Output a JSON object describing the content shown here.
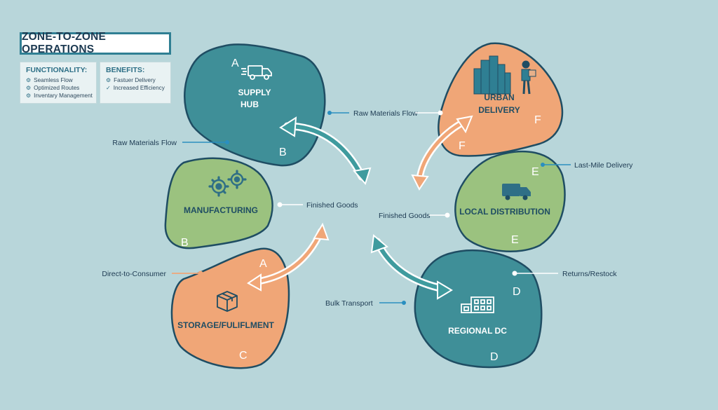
{
  "title": "ZONE-TO-ZONE OPERATIONS",
  "functionality": {
    "header": "FUNCTIONALITY:",
    "items": [
      "Seamless Flow",
      "Optimized Routes",
      "Inventary Management"
    ]
  },
  "benefits": {
    "header": "BENEFITS:",
    "items": [
      "Fastuer Delivery",
      "Increased Efficiency"
    ]
  },
  "zones": {
    "supply_hub": {
      "name_line1": "SUPPLY",
      "name_line2": "HUB",
      "letter_top": "A",
      "letter_bottom": "B",
      "color": "#3f8f98",
      "icon": "truck-icon"
    },
    "manufacturing": {
      "name": "MANUFACTURING",
      "letter": "B",
      "color": "#9bc27f",
      "icon": "gears-icon"
    },
    "storage": {
      "name": "STORAGE/FULIFLMENT",
      "letter_top": "A",
      "letter_bottom": "C",
      "color": "#f0a677",
      "icon": "box-icon"
    },
    "urban": {
      "name_line1": "URBAN",
      "name_line2": "DELIVERY",
      "letter_right": "F",
      "letter_bottom": "F",
      "color": "#f0a677",
      "icon": "city-courier-icon"
    },
    "local": {
      "name": "LOCAL DISTRIBUTION",
      "letter_top": "E",
      "letter_bottom": "E",
      "color": "#9bc27f",
      "icon": "van-icon"
    },
    "regional": {
      "name": "REGIONAL DC",
      "letter_top": "D",
      "letter_bottom": "D",
      "color": "#3f8f98",
      "icon": "building-icon"
    }
  },
  "labels": {
    "raw_materials_top": "Raw Materials Flow",
    "raw_materials_left": "Raw Materials Flow",
    "finished_goods_left": "Finished Goods",
    "finished_goods_right": "Finished Goods",
    "direct_to_consumer": "Direct-to-Consumer",
    "bulk_transport": "Bulk Transport",
    "last_mile": "Last-Mile Delivery",
    "returns_restock": "Returns/Restock"
  },
  "colors": {
    "background": "#b8d6da",
    "outline": "#1f4d63",
    "teal": "#3f8f98",
    "green": "#9bc27f",
    "orange": "#f0a677",
    "arrow_teal": "#3f9b9e",
    "arrow_orange": "#f0a677",
    "leader_blue": "#2a8fc0"
  }
}
